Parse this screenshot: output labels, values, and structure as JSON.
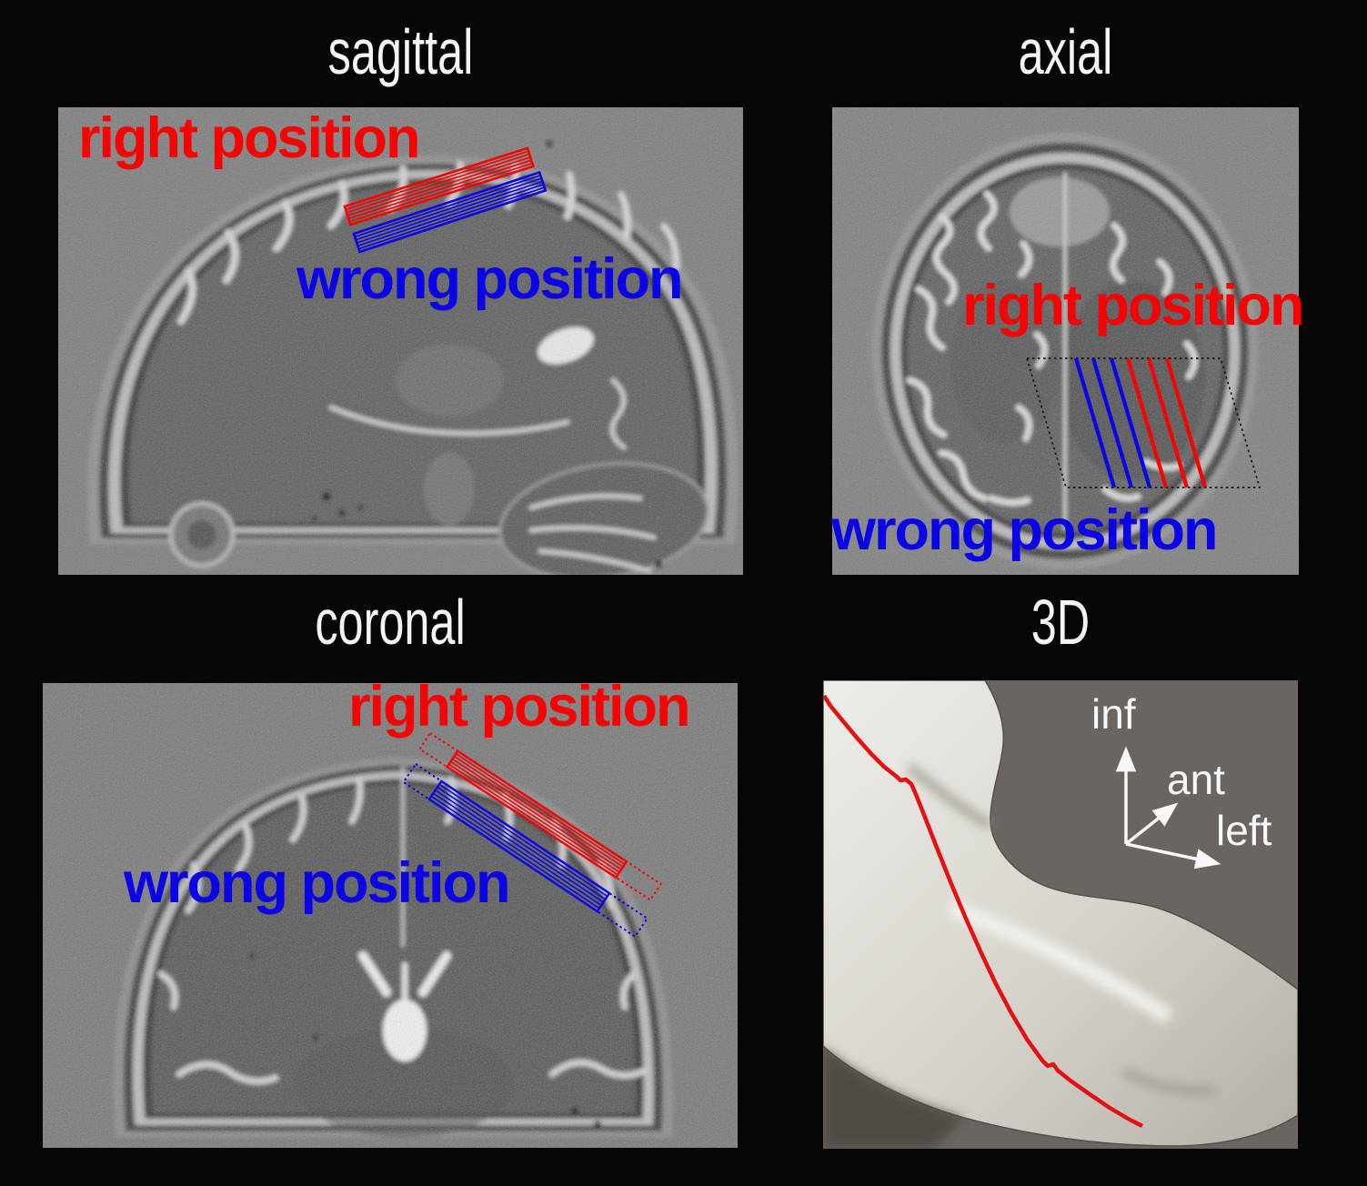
{
  "colors": {
    "background": "#060606",
    "title": "#f4f4f4",
    "right-position-red": "#f60303",
    "wrong-position-blue": "#0b04e6",
    "slice-plan-outline": "#141414",
    "surface-trace-red": "#e51010",
    "axes-white": "#f8f8f8",
    "panel-3d-background": "#6a6561"
  },
  "panels": {
    "sagittal": {
      "title": "sagittal",
      "right_label": "right position",
      "wrong_label": "wrong position"
    },
    "axial": {
      "title": "axial",
      "right_label": "right position",
      "wrong_label": "wrong position"
    },
    "coronal": {
      "title": "coronal",
      "right_label": "right position",
      "wrong_label": "wrong position"
    },
    "volume3d": {
      "title": "3D",
      "axis_labels": {
        "inferior": "inf",
        "anterior": "ant",
        "left": "left"
      }
    }
  }
}
